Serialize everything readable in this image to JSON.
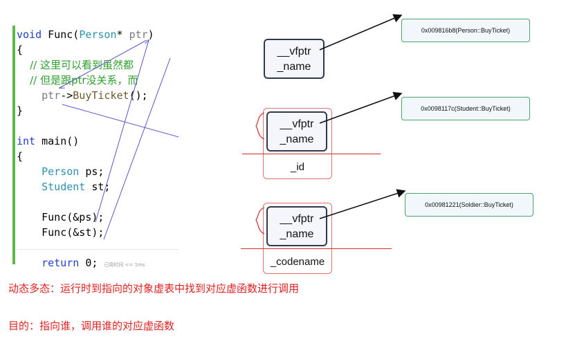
{
  "code": {
    "lines": [
      [
        {
          "t": "void",
          "c": "kw"
        },
        {
          "t": " Func(",
          "c": "plain"
        },
        {
          "t": "Person",
          "c": "type"
        },
        {
          "t": "* ",
          "c": "plain"
        },
        {
          "t": "ptr",
          "c": "var"
        },
        {
          "t": ")",
          "c": "plain"
        }
      ],
      [
        {
          "t": "{",
          "c": "plain"
        }
      ],
      [
        {
          "t": "    // 这里可以看到虽然都",
          "c": "cm"
        }
      ],
      [
        {
          "t": "    // 但是跟ptr没关系，而",
          "c": "cm"
        }
      ],
      [
        {
          "t": "    ",
          "c": "plain"
        },
        {
          "t": "ptr",
          "c": "var"
        },
        {
          "t": "->",
          "c": "plain"
        },
        {
          "t": "BuyTicket",
          "c": "fn"
        },
        {
          "t": "();",
          "c": "plain"
        }
      ],
      [
        {
          "t": "}",
          "c": "plain"
        }
      ],
      [],
      [
        {
          "t": "int",
          "c": "kw"
        },
        {
          "t": " main()",
          "c": "plain"
        }
      ],
      [
        {
          "t": "{",
          "c": "plain"
        }
      ],
      [
        {
          "t": "    ",
          "c": "plain"
        },
        {
          "t": "Person",
          "c": "type"
        },
        {
          "t": " ps;",
          "c": "plain"
        }
      ],
      [
        {
          "t": "    ",
          "c": "plain"
        },
        {
          "t": "Student",
          "c": "type"
        },
        {
          "t": " st;",
          "c": "plain"
        }
      ],
      [],
      [
        {
          "t": "    Func(&ps);",
          "c": "plain"
        }
      ],
      [
        {
          "t": "    Func(&st);",
          "c": "plain"
        }
      ],
      [],
      [
        {
          "t": "    ",
          "c": "plain"
        },
        {
          "t": "return",
          "c": "kw"
        },
        {
          "t": " 0; ",
          "c": "plain"
        },
        {
          "t": "已用时间 <= 1ms",
          "c": "hint"
        }
      ]
    ]
  },
  "objects": {
    "person": {
      "f1": "__vfptr",
      "f2": "_name"
    },
    "student": {
      "f1": "__vfptr",
      "f2": "_name",
      "extra": "_id"
    },
    "soldier": {
      "f1": "__vfptr",
      "f2": "_name",
      "extra": "_codename"
    }
  },
  "vtables": {
    "person": "0x009816b8(Person::BuyTicket)",
    "student": "0x0098117c(Student::BuyTicket)",
    "soldier": "0x00981221(Soldier::BuyTicket)"
  },
  "notes": {
    "line1": "动态多态：运行时到指向的对象虚表中找到对应虚函数进行调用",
    "line2": "目的：指向谁，调用谁的对应虚函数"
  },
  "colors": {
    "note_text": "#e02020",
    "vtable_border": "#4aa36a",
    "object_border": "#2e3a4c",
    "frame_red": "#d42a2a",
    "annotation_lines": "#5a55c8"
  }
}
